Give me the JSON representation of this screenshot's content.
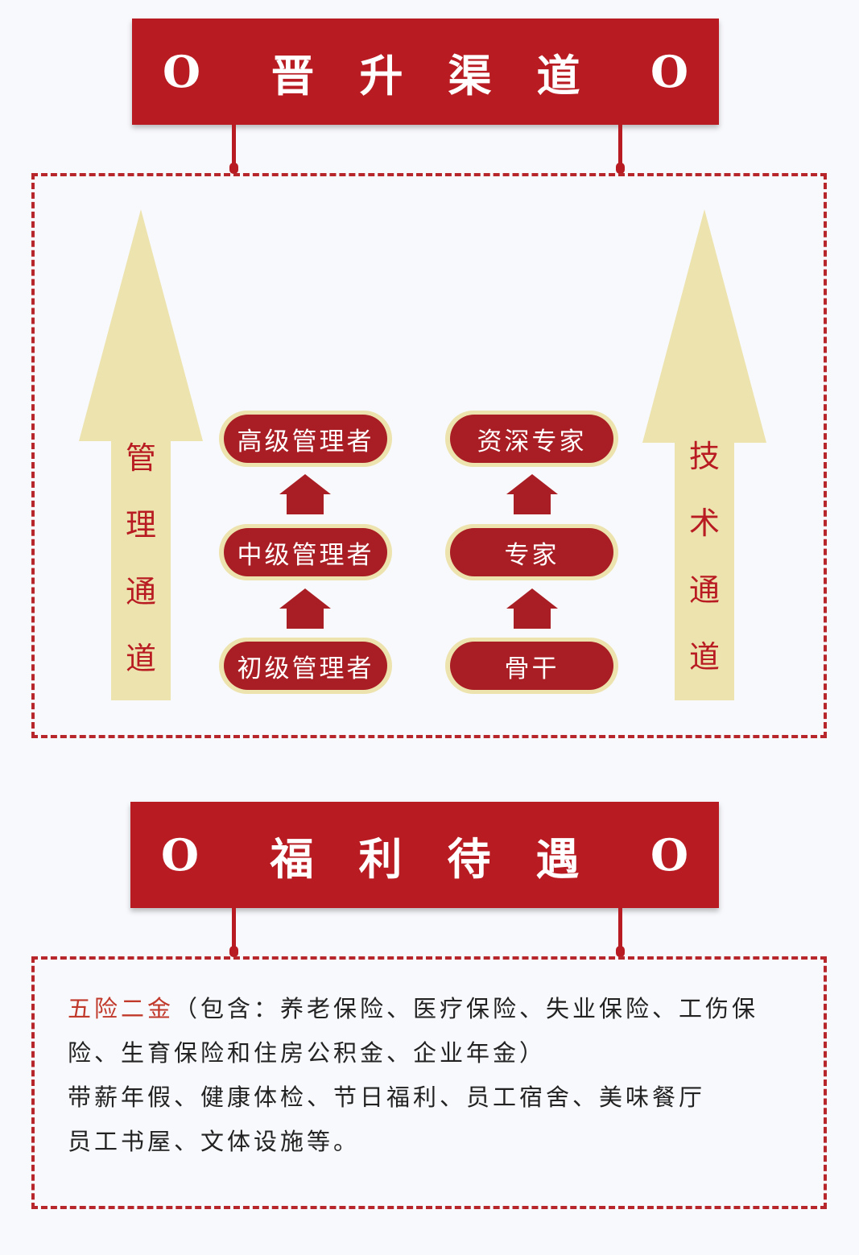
{
  "section1": {
    "left_mark": "O",
    "title": "晋升渠道",
    "right_mark": "O"
  },
  "management_channel": {
    "label": [
      "管",
      "理",
      "通",
      "道"
    ],
    "levels": [
      "高级管理者",
      "中级管理者",
      "初级管理者"
    ]
  },
  "technical_channel": {
    "label": [
      "技",
      "术",
      "通",
      "道"
    ],
    "levels": [
      "资深专家",
      "专家",
      "骨干"
    ]
  },
  "section2": {
    "left_mark": "O",
    "title": "福利待遇",
    "right_mark": "O"
  },
  "benefits": {
    "highlight": "五险二金",
    "line1_rest": "（包含：养老保险、医疗保险、失业保险、工伤保险、生育保险和住房公积金、企业年金）",
    "line2": "带薪年假、健康体检、节日福利、员工宿舍、美味餐厅",
    "line3": "员工书屋、文体设施等。"
  },
  "colors": {
    "primary": "#b81c22",
    "cream": "#ede3ae",
    "background": "#f8f9fc"
  }
}
